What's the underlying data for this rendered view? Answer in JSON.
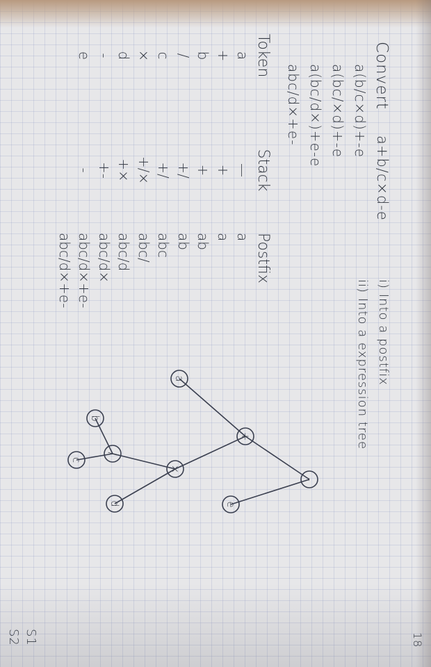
{
  "problem": {
    "convert": "Convert",
    "expression": "a+b/c×d-e",
    "task_1": "i) Into a postfix",
    "task_2": "ii) Into a expression tree"
  },
  "steps": [
    "a(b/c×d)+-e",
    "a(bc/×d)+-e",
    "a(bc/d×)+e-e",
    "abc/d×+e-"
  ],
  "table": {
    "headers": [
      "Token",
      "Stack",
      "Postfix"
    ],
    "rows": [
      [
        "a",
        "—",
        "a"
      ],
      [
        "+",
        "+",
        "a"
      ],
      [
        "b",
        "+",
        "ab"
      ],
      [
        "/",
        "+/",
        "ab"
      ],
      [
        "c",
        "+/",
        "abc"
      ],
      [
        "×",
        "+/×",
        "abc/"
      ],
      [
        "d",
        "+×",
        "abc/d"
      ],
      [
        "-",
        "+-",
        "abc/d×"
      ],
      [
        "e",
        "-",
        "abc/d×+e-"
      ]
    ],
    "final": "abc/d×+e-"
  },
  "tree": {
    "nodes": [
      "-",
      "+",
      "e",
      "a",
      "×",
      "/",
      "d",
      "b",
      "c"
    ]
  },
  "margin": {
    "page_num": "18",
    "note_1": "S1",
    "note_2": "S2"
  }
}
